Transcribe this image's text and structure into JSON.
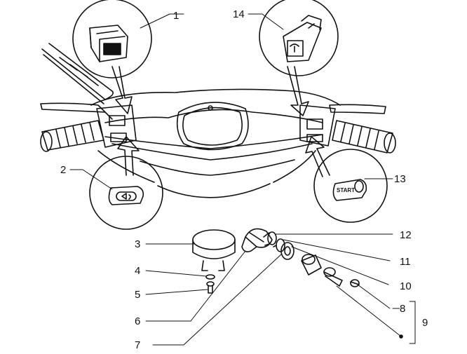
{
  "diagram": {
    "part_numbers": [
      "1",
      "2",
      "3",
      "4",
      "5",
      "6",
      "7",
      "8",
      "9",
      "10",
      "11",
      "12",
      "13",
      "14"
    ],
    "switch_labels": {
      "start": "START"
    }
  }
}
